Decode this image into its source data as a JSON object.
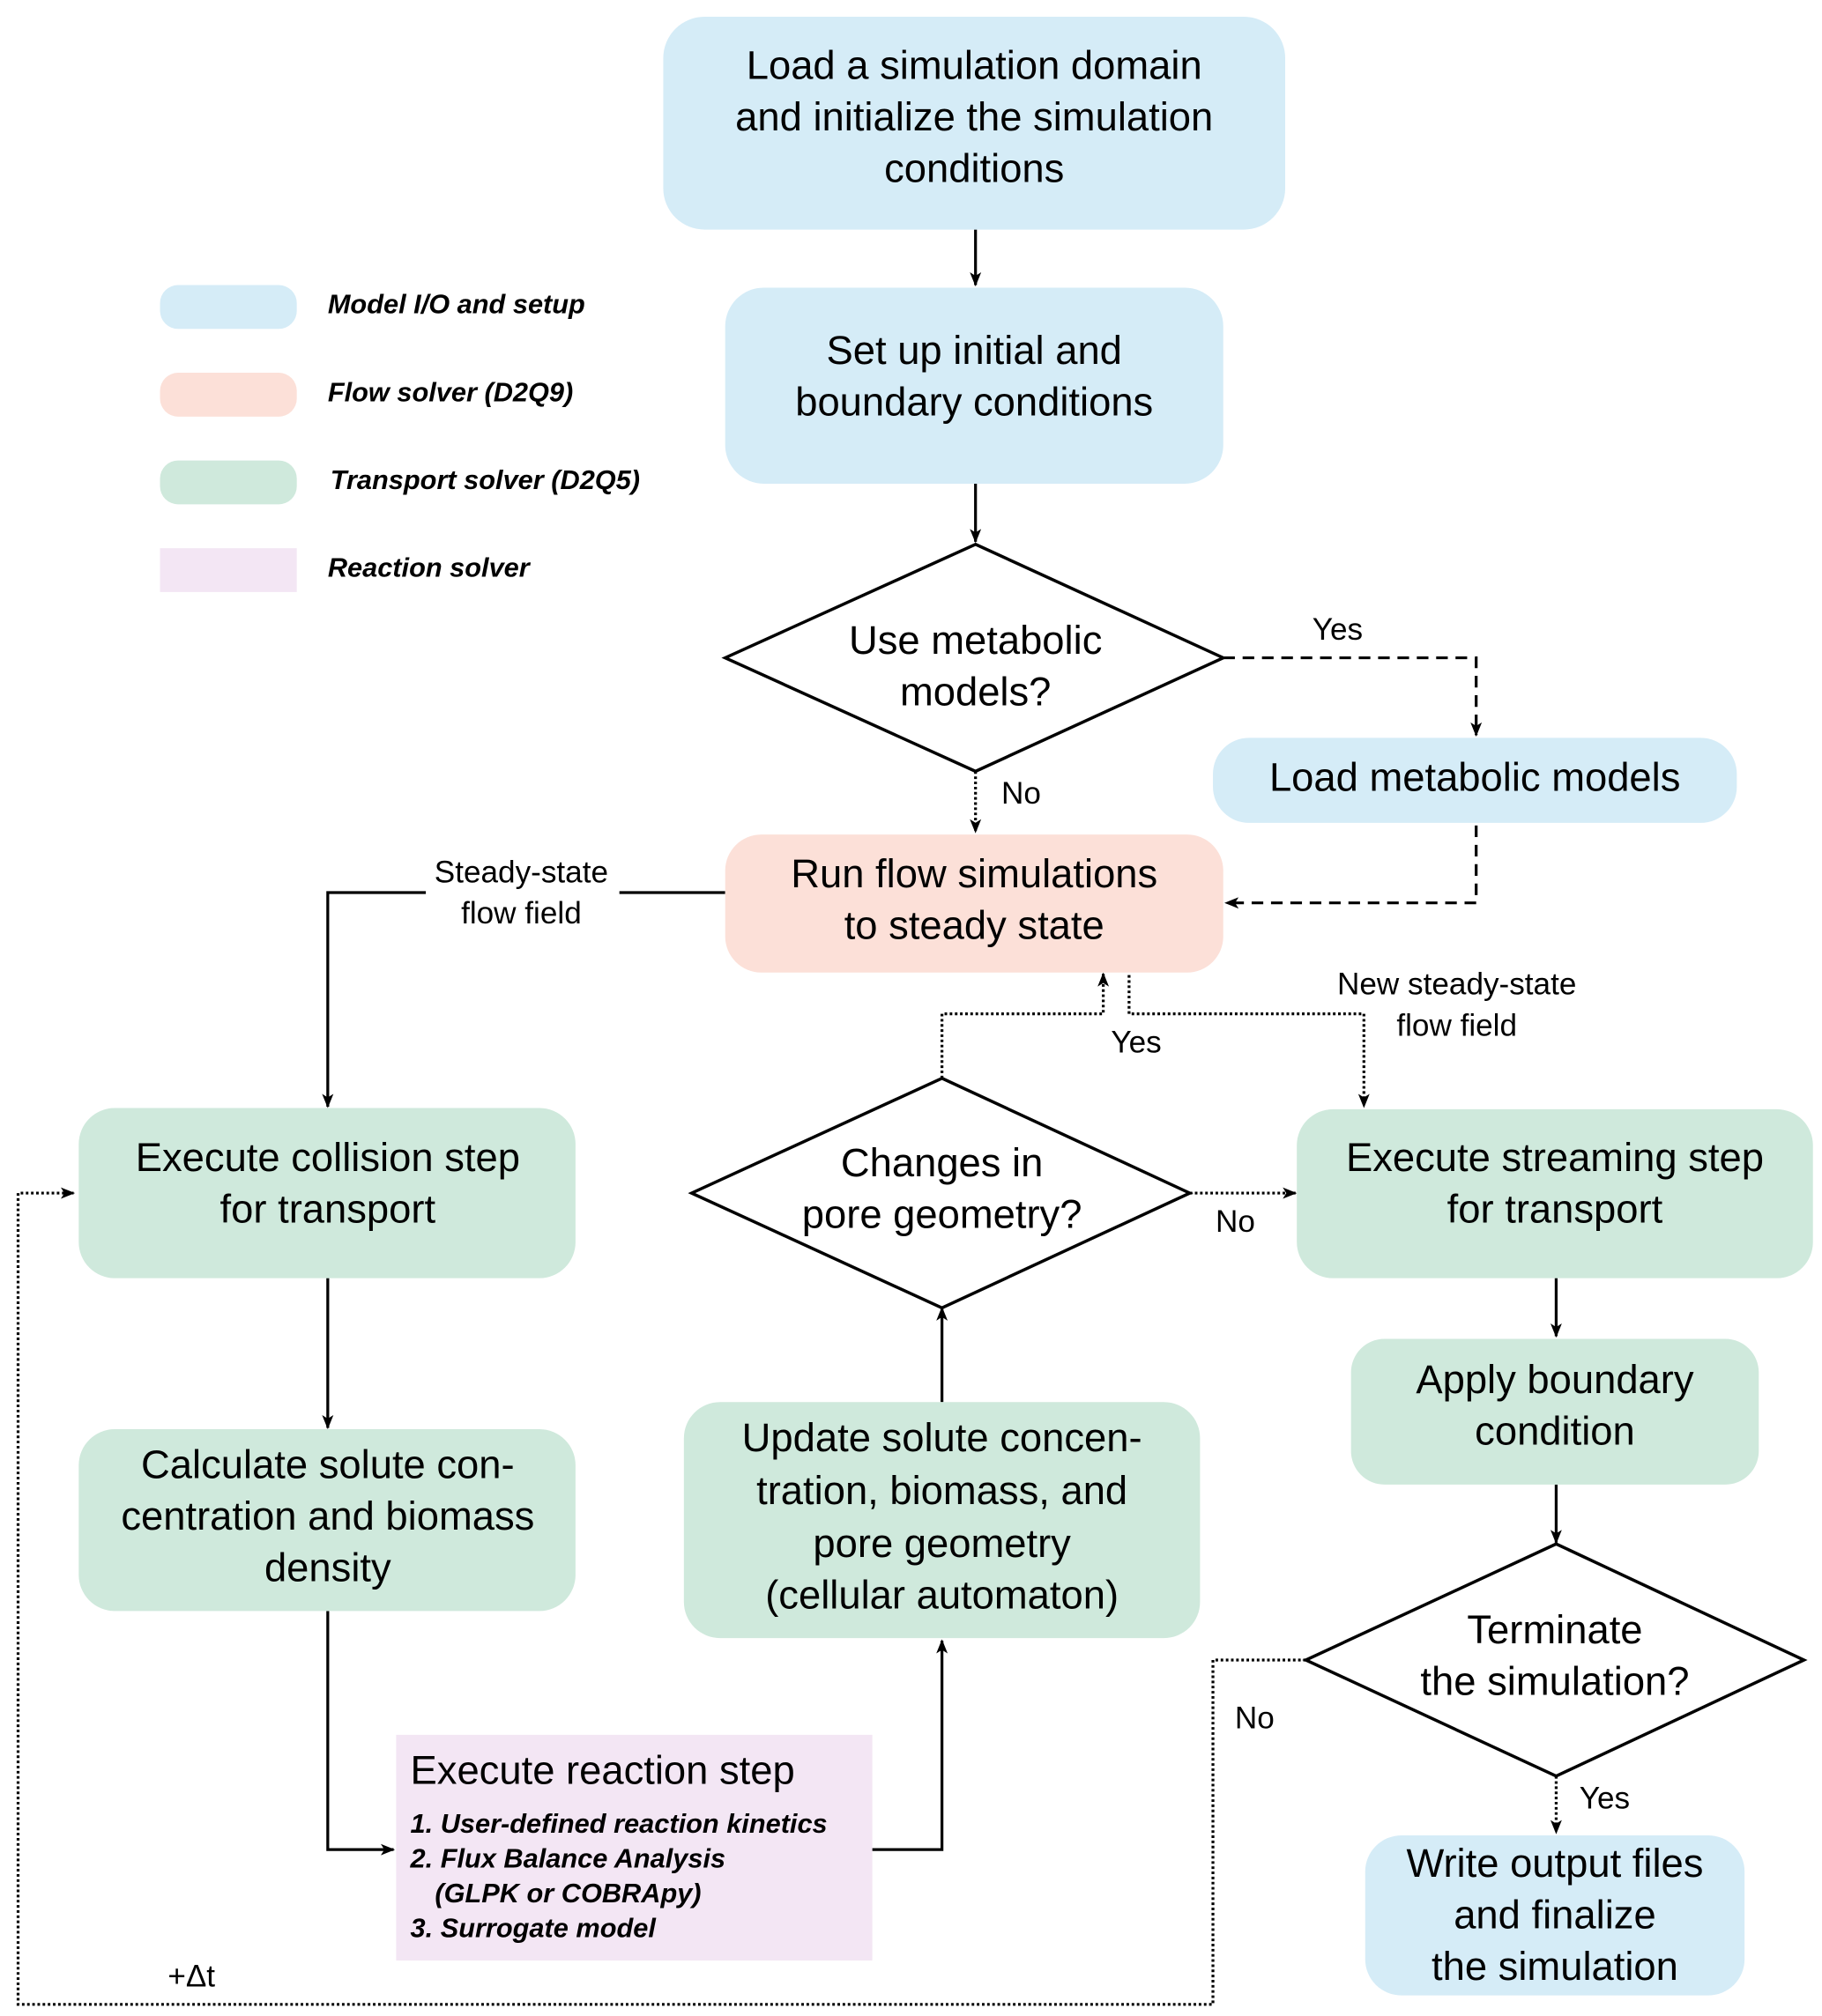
{
  "colors": {
    "setup": "#d5ecf7",
    "flow": "#fce0d8",
    "transport": "#cfe9dc",
    "reaction": "#f3e6f4"
  },
  "legend": [
    {
      "label": "Model I/O and setup",
      "category": "setup"
    },
    {
      "label": "Flow solver (D2Q9)",
      "category": "flow"
    },
    {
      "label": "Transport solver (D2Q5)",
      "category": "transport"
    },
    {
      "label": "Reaction solver",
      "category": "reaction"
    }
  ],
  "nodes": {
    "load_domain": {
      "lines": [
        "Load a simulation domain",
        "and initialize the simulation",
        "conditions"
      ],
      "category": "setup"
    },
    "setup_conditions": {
      "lines": [
        "Set up initial and",
        "boundary conditions"
      ],
      "category": "setup"
    },
    "use_metabolic": {
      "lines": [
        "Use metabolic",
        "models?"
      ],
      "type": "decision"
    },
    "load_metabolic": {
      "lines": [
        "Load metabolic models"
      ],
      "category": "setup"
    },
    "run_flow": {
      "lines": [
        "Run flow simulations",
        "to steady state"
      ],
      "category": "flow"
    },
    "collision": {
      "lines": [
        "Execute collision step",
        "for transport"
      ],
      "category": "transport"
    },
    "calculate": {
      "lines": [
        "Calculate solute con-",
        "centration and biomass",
        "density"
      ],
      "category": "transport"
    },
    "reaction": {
      "title": "Execute reaction step",
      "items": [
        "1. User-defined reaction kinetics",
        "2. Flux Balance Analysis",
        "(GLPK or COBRApy)",
        "3. Surrogate model"
      ],
      "category": "reaction"
    },
    "update": {
      "lines": [
        "Update solute concen-",
        "tration, biomass, and",
        "pore geometry",
        "(cellular automaton)"
      ],
      "category": "transport"
    },
    "changes_geometry": {
      "lines": [
        "Changes in",
        "pore geometry?"
      ],
      "type": "decision"
    },
    "streaming": {
      "lines": [
        "Execute streaming step",
        "for transport"
      ],
      "category": "transport"
    },
    "apply_boundary": {
      "lines": [
        "Apply boundary",
        "condition"
      ],
      "category": "transport"
    },
    "terminate": {
      "lines": [
        "Terminate",
        "the simulation?"
      ],
      "type": "decision"
    },
    "write_output": {
      "lines": [
        "Write output files",
        "and finalize",
        "the simulation"
      ],
      "category": "setup"
    }
  },
  "edge_labels": {
    "metabolic_yes": "Yes",
    "metabolic_no": "No",
    "steady_state_1": "Steady-state",
    "steady_state_2": "flow field",
    "new_steady_1": "New steady-state",
    "new_steady_2": "flow field",
    "geometry_yes": "Yes",
    "geometry_no": "No",
    "terminate_no": "No",
    "terminate_yes": "Yes",
    "time_step": "+Δt"
  }
}
